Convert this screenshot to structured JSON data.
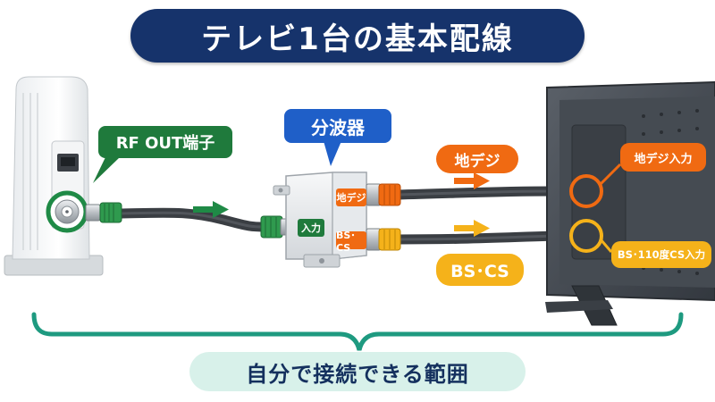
{
  "title": "テレビ1台の基本配線",
  "labels": {
    "rf_out": "RF OUT端子",
    "splitter": "分波器",
    "splitter_in": "入力",
    "splitter_out_chideji": "地デジ",
    "splitter_out_bscs": "BS･CS",
    "signal_chideji": "地デジ",
    "signal_bscs": "BS･CS",
    "tv_input_chideji": "地デジ入力",
    "tv_input_bscs": "BS･110度CS入力"
  },
  "range_caption": "自分で接続できる範囲",
  "colors": {
    "title_bg": "#16336b",
    "green": "#1f7a3c",
    "blue": "#1f5fc8",
    "orange": "#f06a12",
    "yellow": "#f5b21a",
    "range_bg": "#d8f1ea",
    "range_text": "#14305e"
  },
  "icons": [
    "wall-terminal-icon",
    "lan-port-icon",
    "rf-out-port-icon",
    "splitter-icon",
    "tv-icon",
    "arrow-right-icon"
  ]
}
